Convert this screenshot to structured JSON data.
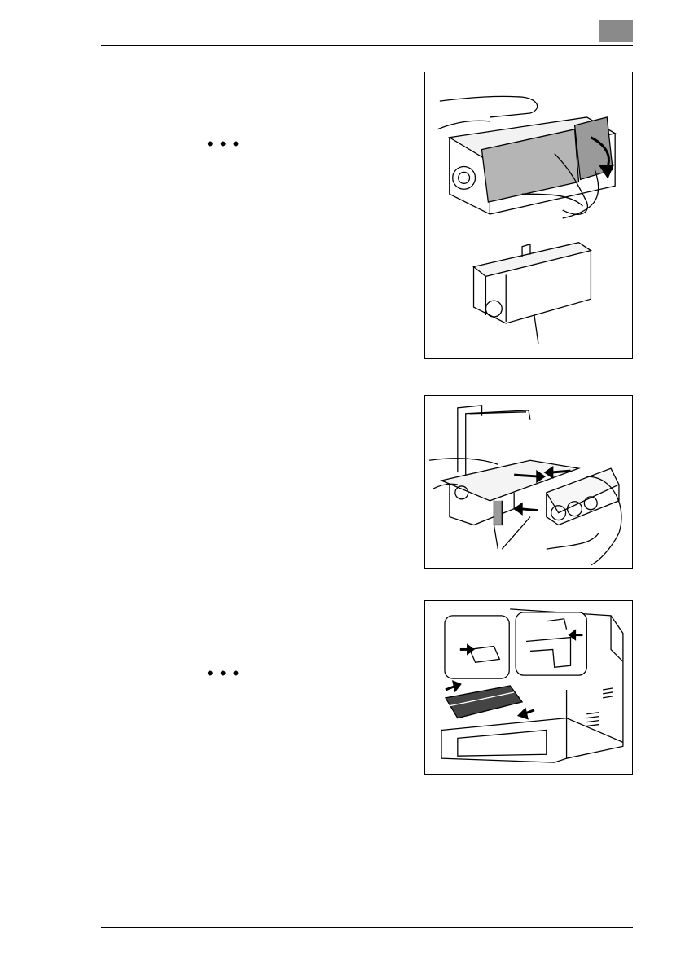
{
  "page": {
    "header": {
      "chapter_tab": ""
    },
    "markers": {
      "ellipsis_1": "• • •",
      "ellipsis_2": "• • •"
    },
    "figures": [
      {
        "name": "cartridge-cover-removal"
      },
      {
        "name": "drum-unit-insertion"
      },
      {
        "name": "imaging-unit-installation"
      }
    ]
  }
}
